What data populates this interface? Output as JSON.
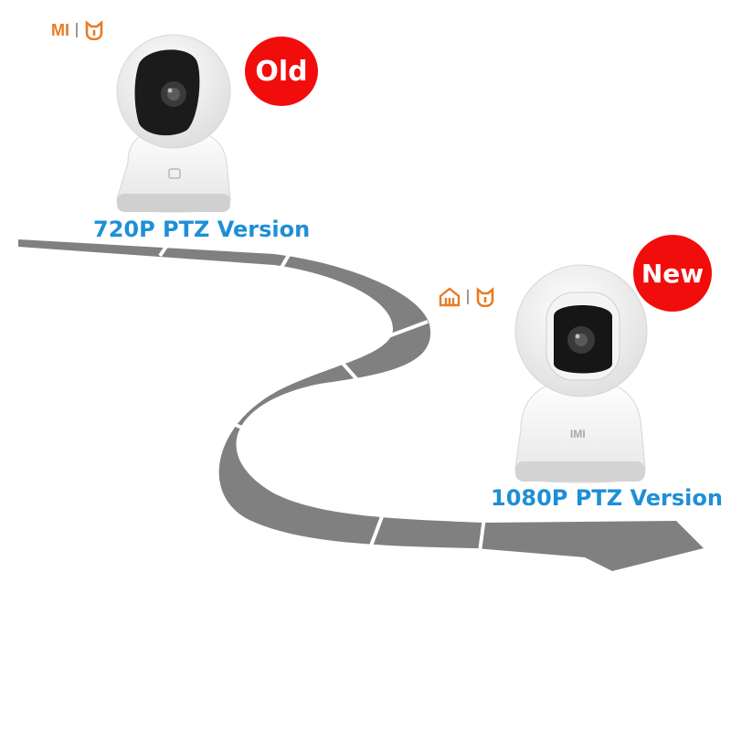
{
  "brand": {
    "top_logo_text": "MI",
    "logo_color": "#e87b23",
    "icons": [
      "mi-logo-icon",
      "mijia-cat-icon",
      "imilab-home-icon"
    ]
  },
  "old_camera": {
    "badge": "Old",
    "caption": "720P PTZ Version",
    "badge_color": "#f20d0d"
  },
  "new_camera": {
    "badge": "New",
    "caption": "1080P PTZ Version",
    "badge_color": "#f20d0d",
    "body_logo": "IMI"
  },
  "caption_color": "#1e8fd6",
  "path_color": "#808080"
}
